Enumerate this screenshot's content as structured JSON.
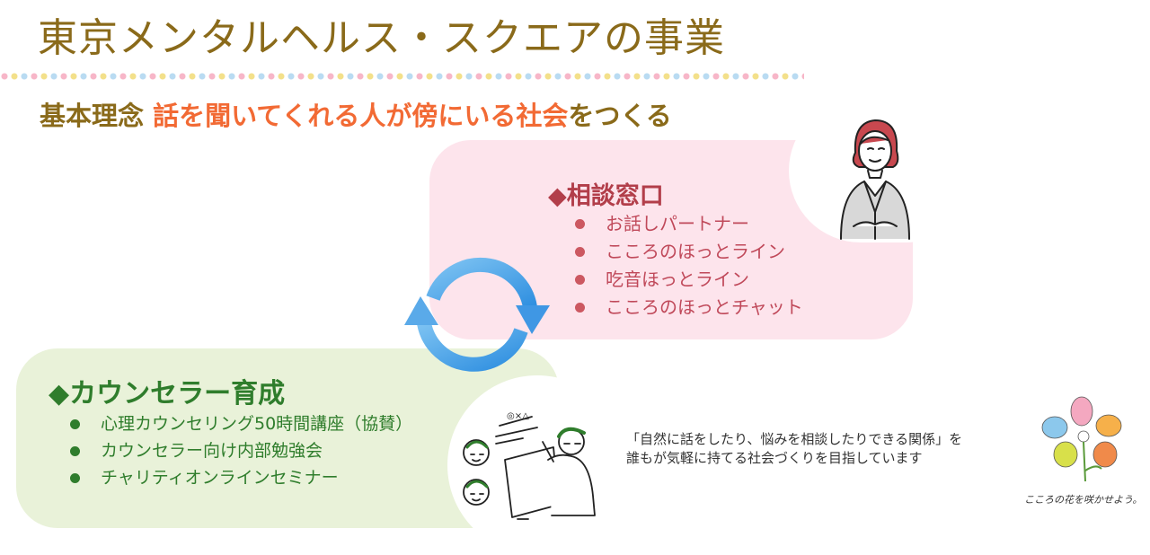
{
  "title": "東京メンタルヘルス・スクエアの事業",
  "subtitle": {
    "part1": "基本理念 ",
    "part2": "話を聞いてくれる人が傍にいる社会",
    "part3": "をつくる"
  },
  "colors": {
    "title": "#8a6a1a",
    "accent": "#f26a34",
    "pink_bg": "#fde4ec",
    "green_bg": "#e9f2d9",
    "pink_text": "#b23e4a",
    "green_text": "#2f7d2c",
    "cycle_arrow": "#4a9fe8",
    "dots": [
      "#f7b6c8",
      "#f3e08a",
      "#b9dbf2"
    ]
  },
  "consultation": {
    "title": "◆相談窓口",
    "items": [
      "お話しパートナー",
      "こころのほっとライン",
      "吃音ほっとライン",
      "こころのほっとチャット"
    ]
  },
  "training": {
    "title": "◆カウンセラー育成",
    "items": [
      "心理カウンセリング50時間講座（協賛）",
      "カウンセラー向け内部勉強会",
      "チャリティオンラインセミナー"
    ]
  },
  "quote": {
    "line1": "「自然に話をしたり、悩みを相談したりできる関係」を",
    "line2": "誰もが気軽に持てる社会づくりを目指しています"
  },
  "logo_caption": "こころの花を咲かせよう。",
  "icons": {
    "cycle": "cycle-arrows-icon",
    "counselor": "counselor-person-icon",
    "lecture": "lecture-teacher-icon",
    "flower": "flower-logo-icon"
  }
}
